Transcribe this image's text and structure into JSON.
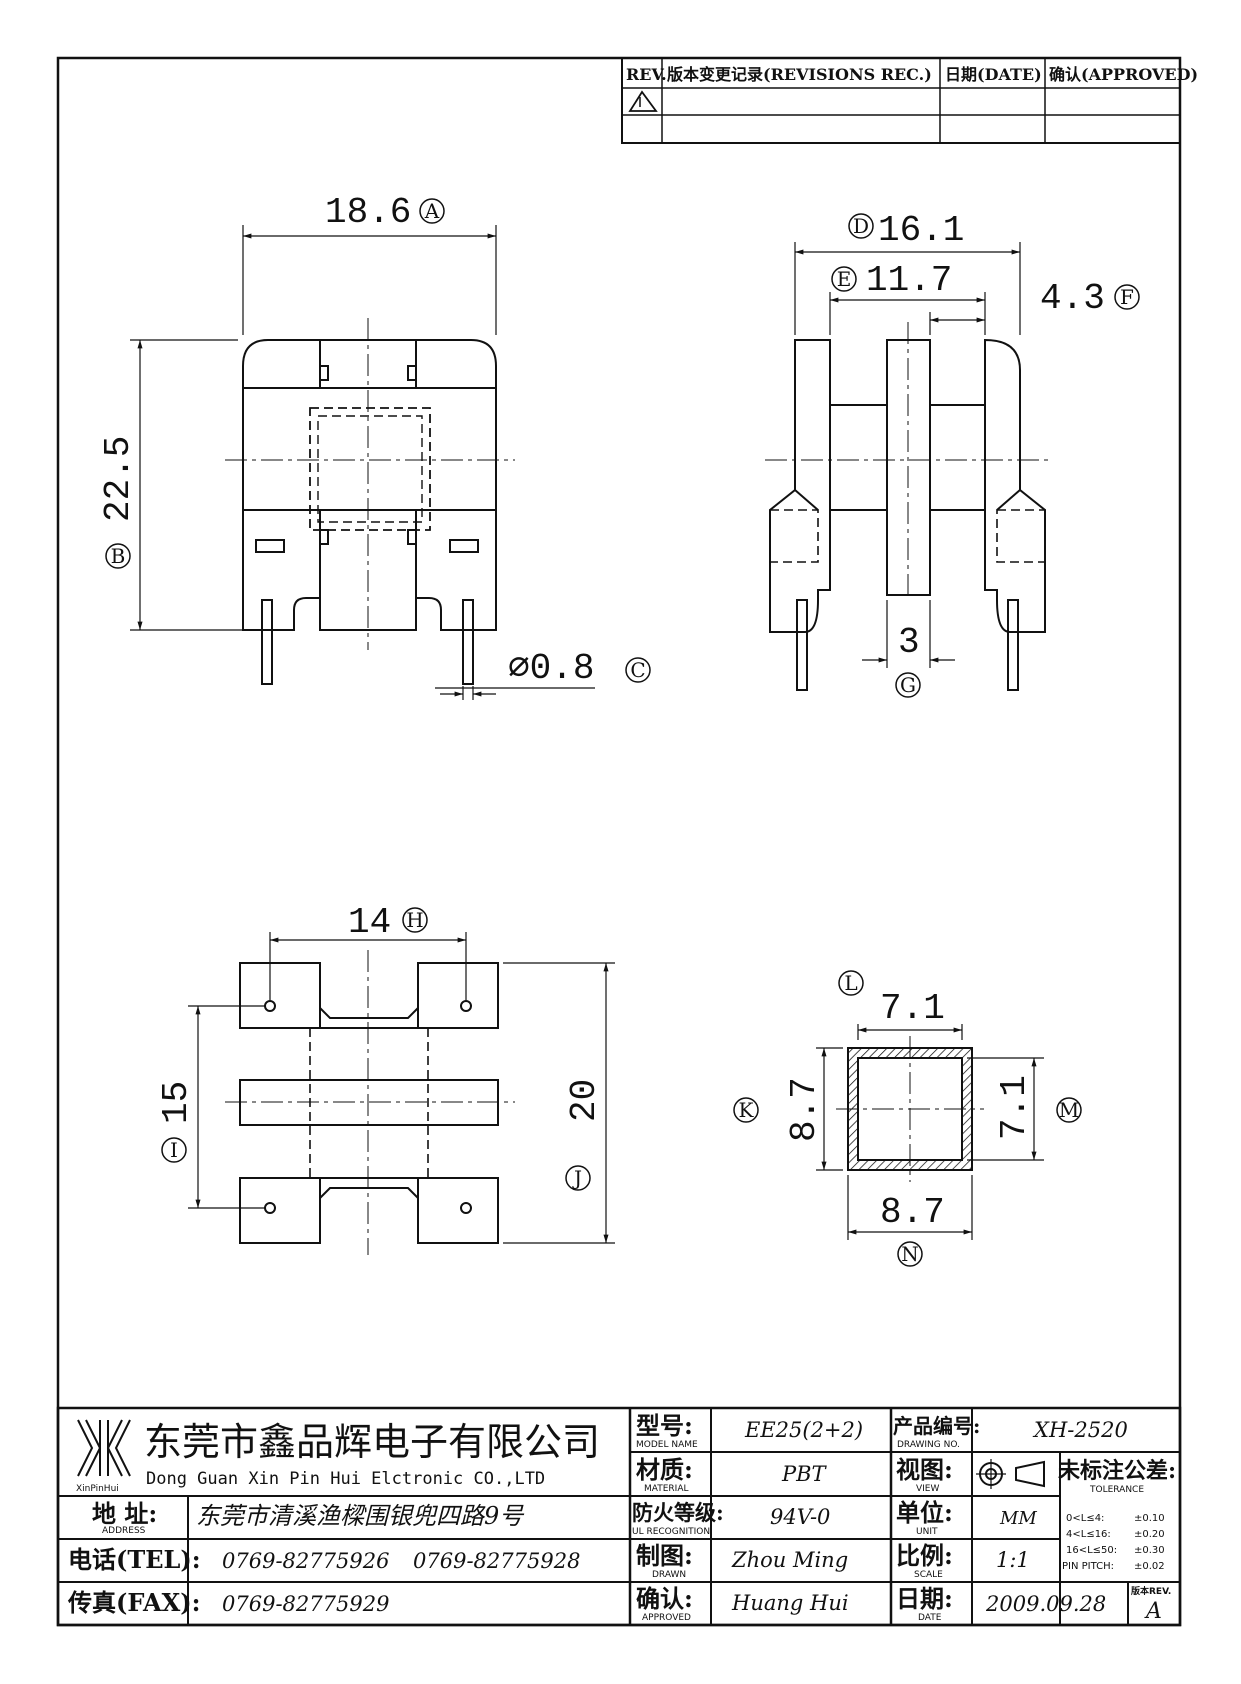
{
  "revision_table": {
    "header_rev": "REV.",
    "header_records": "版本变更记录(REVISIONS REC.)",
    "header_date": "日期(DATE)",
    "header_approved": "确认(APPROVED)"
  },
  "dimensions": {
    "A": "18.6",
    "A_tag": "A",
    "B": "22.5",
    "B_tag": "B",
    "C": "⌀0.8",
    "C_tag": "C",
    "D": "16.1",
    "D_tag": "D",
    "E": "11.7",
    "E_tag": "E",
    "F": "4.3",
    "F_tag": "F",
    "G": "3",
    "G_tag": "G",
    "H": "14",
    "H_tag": "H",
    "I": "15",
    "I_tag": "I",
    "J": "20",
    "J_tag": "J",
    "K": "8.7",
    "K_tag": "K",
    "L": "7.1",
    "L_tag": "L",
    "M": "7.1",
    "M_tag": "M",
    "N": "8.7",
    "N_tag": "N"
  },
  "title_block": {
    "company_cn": "东莞市鑫品辉电子有限公司",
    "company_en": "Dong Guan Xin Pin Hui Elctronic CO.,LTD",
    "logo_text": "XinPinHui",
    "address_label": "地 址:",
    "address_label_en": "ADDRESS",
    "address": "东莞市清溪渔樑围银兜四路9号",
    "tel_label": "电话(TEL):",
    "tel1": "0769-82775926",
    "tel2": "0769-82775928",
    "fax_label": "传真(FAX):",
    "fax": "0769-82775929",
    "model_label": "型号:",
    "model_label_en": "MODEL NAME",
    "model": "EE25(2+2)",
    "material_label": "材质:",
    "material_label_en": "MATERIAL",
    "material": "PBT",
    "fire_label": "防火等级:",
    "fire_label_en": "UL RECOGNITION",
    "fire": "94V-0",
    "drawn_label": "制图:",
    "drawn_label_en": "DRAWN",
    "drawn": "Zhou Ming",
    "approved_label": "确认:",
    "approved_label_en": "APPROVED",
    "approved": "Huang Hui",
    "drawing_no_label": "产品编号:",
    "drawing_no_label_en": "DRAWING NO.",
    "drawing_no": "XH-2520",
    "view_label": "视图:",
    "view_label_en": "VIEW",
    "unit_label": "单位:",
    "unit_label_en": "UNIT",
    "unit": "MM",
    "scale_label": "比例:",
    "scale_label_en": "SCALE",
    "scale": "1:1",
    "date_label": "日期:",
    "date_label_en": "DATE",
    "date": "2009.09.28",
    "tolerance_label": "未标注公差:",
    "tolerance_label_en": "TOLERANCE",
    "tolerances": [
      {
        "range": "0<L≤4:",
        "value": "±0.10"
      },
      {
        "range": "4<L≤16:",
        "value": "±0.20"
      },
      {
        "range": "16<L≤50:",
        "value": "±0.30"
      },
      {
        "range": "PIN PITCH:",
        "value": "±0.02"
      }
    ],
    "rev_label": "版本REV.",
    "rev": "A"
  }
}
